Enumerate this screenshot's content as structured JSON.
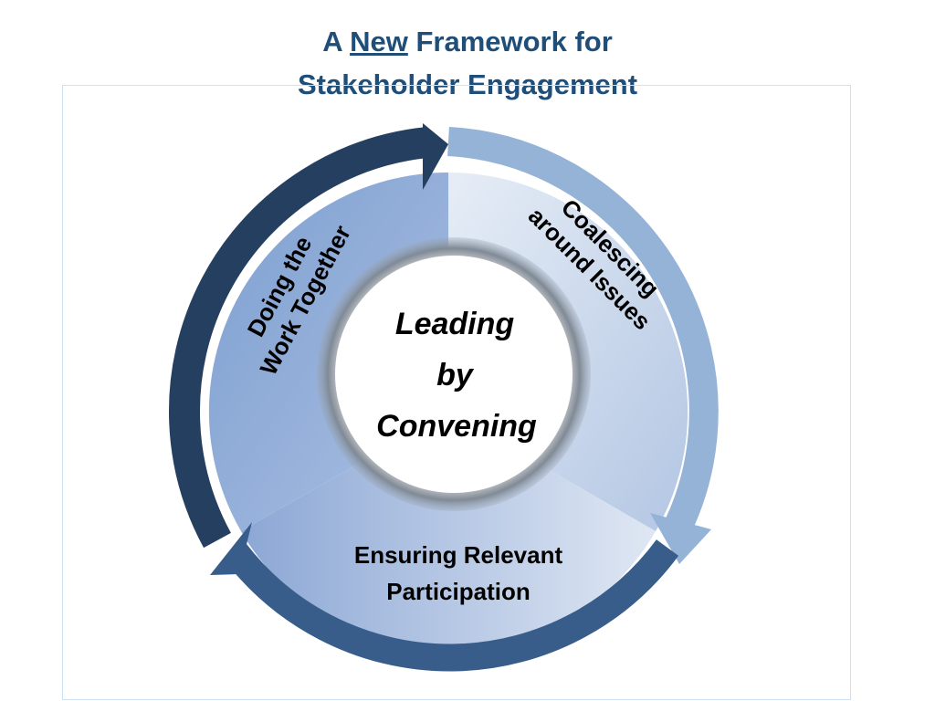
{
  "title": {
    "prefix": "A",
    "emphasis": "New",
    "suffix": "Framework for",
    "line2": "Stakeholder Engagement"
  },
  "center": {
    "lines": [
      "Leading",
      "by",
      "Convening"
    ]
  },
  "segments": {
    "top_right": [
      "Coalescing",
      "around Issues"
    ],
    "bottom": [
      "Ensuring Relevant",
      "Participation"
    ],
    "top_left": [
      "Doing the",
      "Work Together"
    ]
  },
  "colors": {
    "title": "#1f4e79",
    "arrow_dark": "#243f60",
    "arrow_mid": "#385d8a",
    "arrow_light": "#95b3d7",
    "fill_light": "#dbe5f1",
    "fill_mid": "#8eaad6"
  }
}
